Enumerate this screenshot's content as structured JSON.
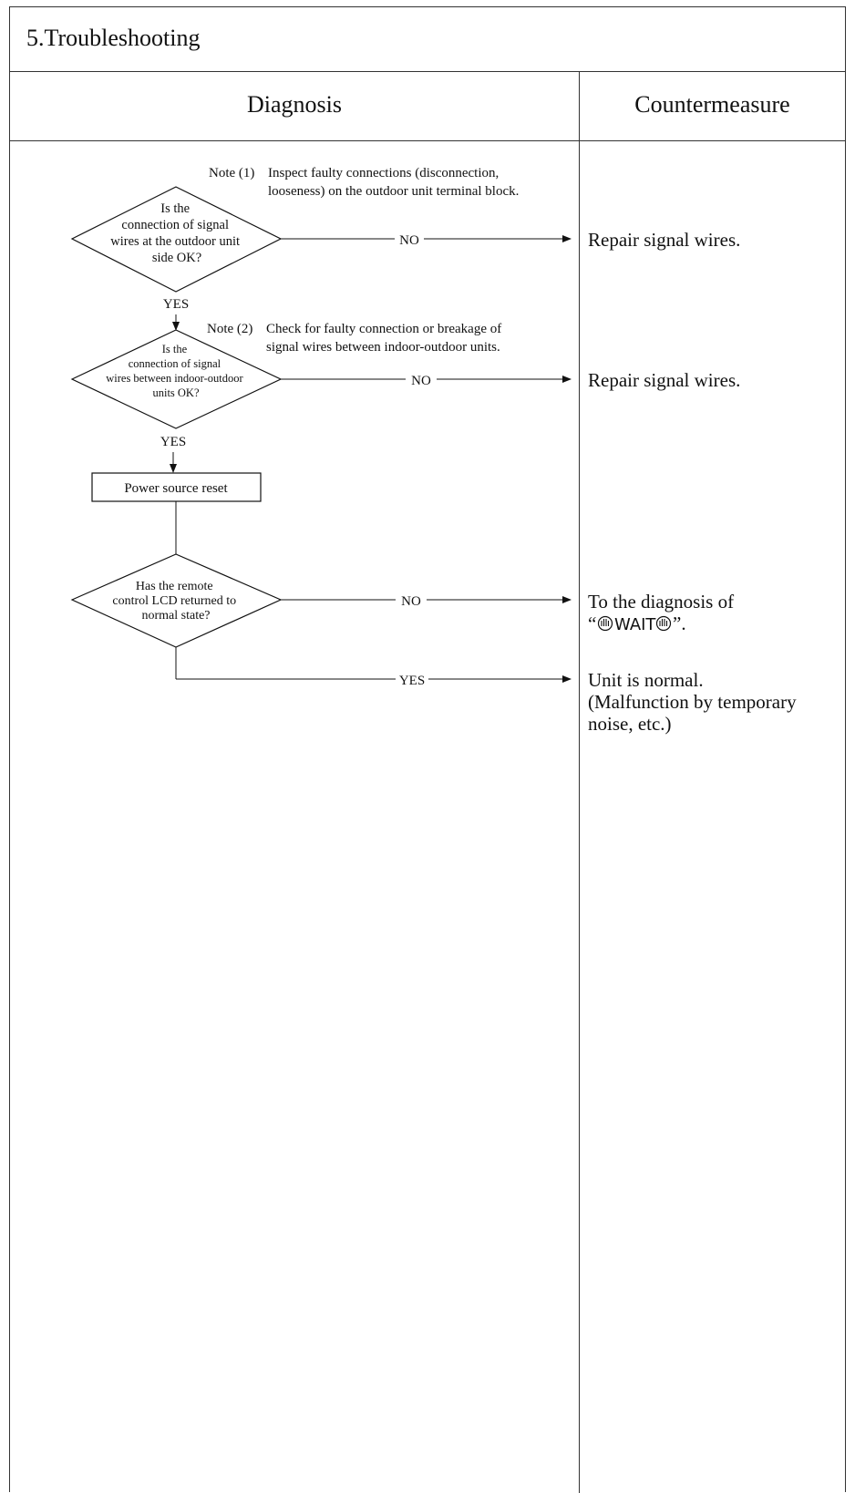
{
  "title": "5.Troubleshooting",
  "headers": {
    "diagnosis": "Diagnosis",
    "countermeasure": "Countermeasure"
  },
  "notes": {
    "note1_label": "Note (1)",
    "note1_line1": "Inspect faulty connections (disconnection,",
    "note1_line2": "looseness) on the outdoor unit terminal block.",
    "note2_label": "Note (2)",
    "note2_line1": "Check for faulty connection or breakage of",
    "note2_line2": "signal wires between indoor-outdoor units."
  },
  "decisions": {
    "d1": [
      "Is the",
      "connection of signal",
      "wires at the outdoor unit",
      "side OK?"
    ],
    "d2": [
      "Is the",
      "connection of signal",
      "wires between indoor-outdoor",
      "units OK?"
    ],
    "d3": [
      "Has the remote",
      "control LCD returned to",
      "normal state?"
    ]
  },
  "process": {
    "reset": "Power source reset"
  },
  "branch_labels": {
    "yes": "YES",
    "no": "NO"
  },
  "countermeasures": {
    "c1": "Repair signal wires.",
    "c2": "Repair signal wires.",
    "c3_line1": "To the diagnosis of",
    "c3_wait_open": "“",
    "c3_wait_text": "WAIT",
    "c3_wait_close": "”.",
    "c4_line1": "Unit is normal.",
    "c4_line2": "(Malfunction by temporary",
    "c4_line3": "noise, etc.)"
  },
  "icons": {
    "wait_icon": "hand-wait-icon"
  }
}
